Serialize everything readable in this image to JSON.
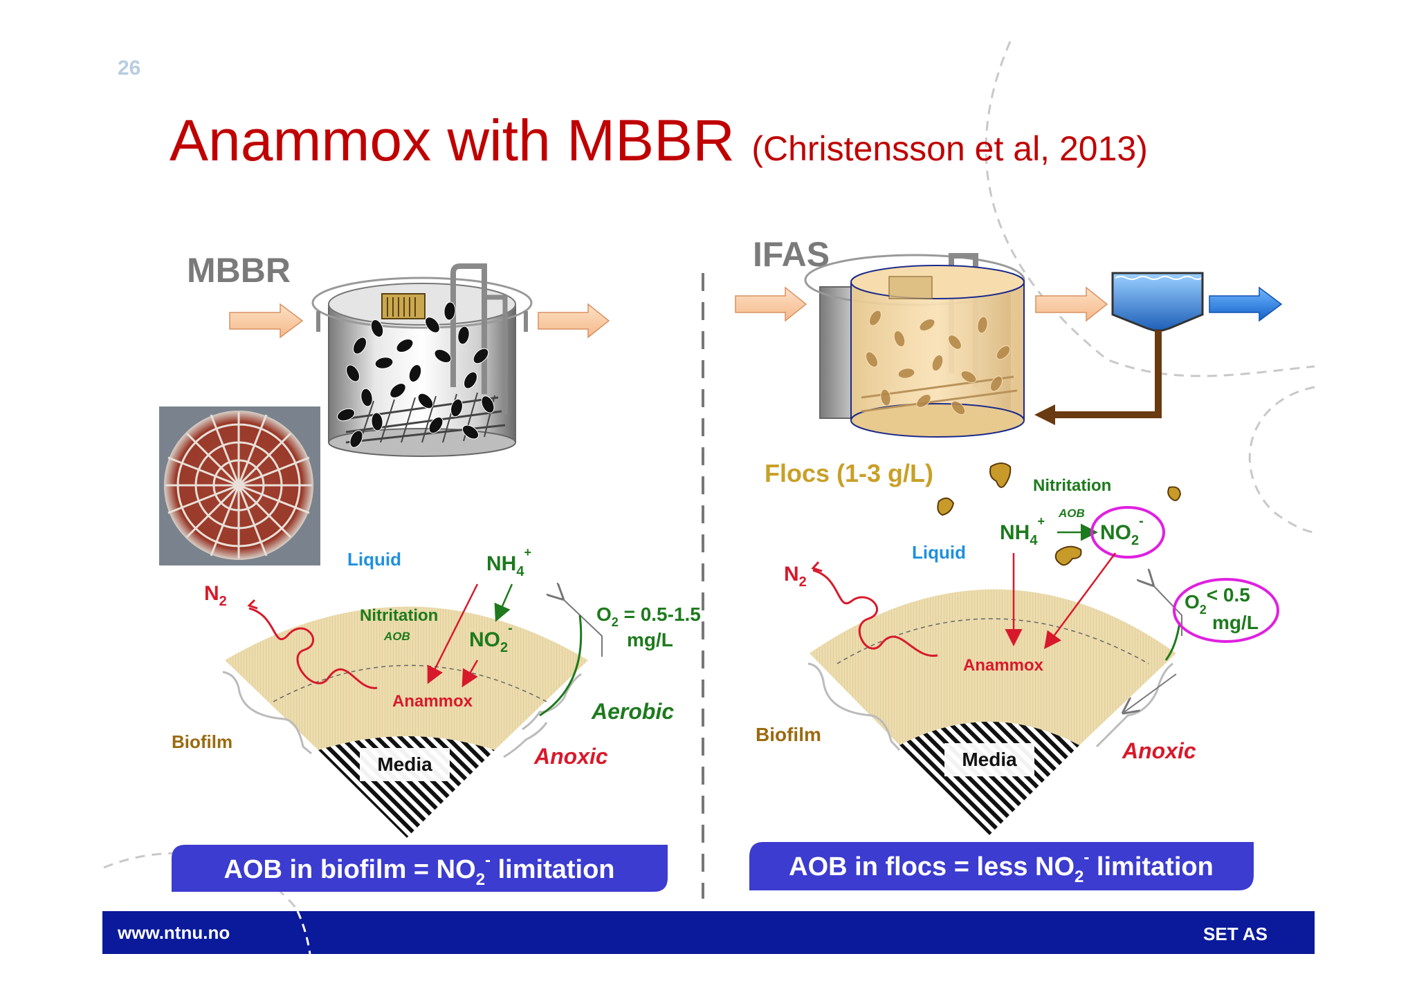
{
  "page_number": "26",
  "title": {
    "main": "Anammox with MBBR",
    "citation": "(Christensson et al, 2013)"
  },
  "left": {
    "reactor_label": "MBBR",
    "liquid": "Liquid",
    "n2": "N",
    "n2_sub": "2",
    "nitritation": "Nitritation",
    "aob": "AOB",
    "nh4": "NH",
    "nh4_sub": "4",
    "nh4_sup": "+",
    "no2": "NO",
    "no2_sub": "2",
    "no2_sup": "-",
    "anammox": "Anammox",
    "o2_line1": "O",
    "o2_sub": "2",
    "o2_value": " = 0.5-1.5",
    "o2_line2": "mg/L",
    "aerobic": "Aerobic",
    "anoxic": "Anoxic",
    "biofilm": "Biofilm",
    "media": "Media",
    "banner_pre": "AOB in biofilm = NO",
    "banner_sub": "2",
    "banner_sup": "-",
    "banner_post": " limitation"
  },
  "right": {
    "reactor_label": "IFAS",
    "flocs": "Flocs (1-3 g/L)",
    "nitritation": "Nitritation",
    "aob": "AOB",
    "nh4": "NH",
    "nh4_sub": "4",
    "nh4_sup": "+",
    "no2": "NO",
    "no2_sub": "2",
    "no2_sup": "-",
    "liquid": "Liquid",
    "n2": "N",
    "n2_sub": "2",
    "anammox": "Anammox",
    "o2_line1": "O",
    "o2_sub": "2",
    "o2_value": "< 0.5",
    "o2_line2": "mg/L",
    "biofilm": "Biofilm",
    "media": "Media",
    "anoxic": "Anoxic",
    "banner_pre": "AOB in flocs = less NO",
    "banner_sub": "2",
    "banner_sup": "-",
    "banner_post": " limitation"
  },
  "footer": {
    "url": "www.ntnu.no",
    "company": "SET AS"
  },
  "colors": {
    "title_red": "#c00000",
    "banner_blue": "#3c3cd0",
    "footer_navy": "#0a1a9a",
    "biofilm_tan": "#ecdcae",
    "green": "#1d7a1d",
    "liquid_blue": "#1e90e0",
    "brown_label": "#9a6a10",
    "magenta": "#e020e0",
    "floc_gold": "#c89a2a",
    "flocs_label": "#c8a028"
  }
}
